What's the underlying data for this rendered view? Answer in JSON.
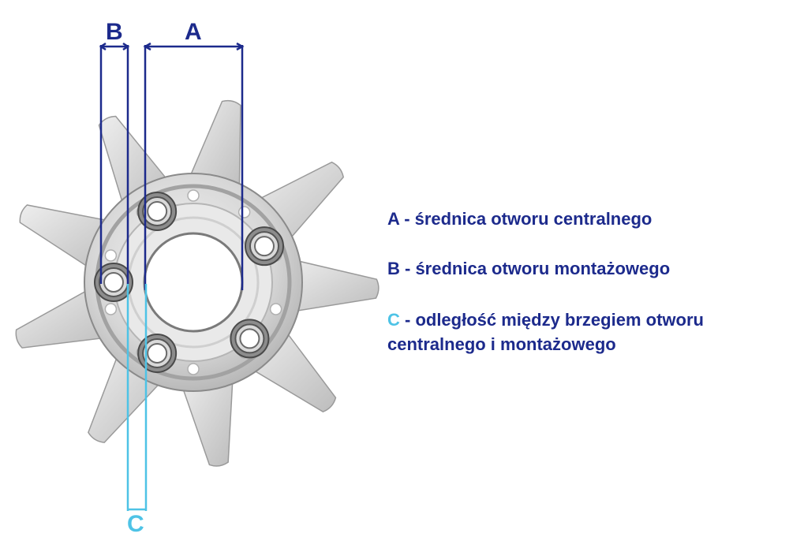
{
  "labels": {
    "a": "A",
    "b": "B",
    "c": "C"
  },
  "legend": {
    "a_letter": "A",
    "a_text": " - średnica otworu centralnego",
    "b_letter": "B",
    "b_text": " - średnica otworu montażowego",
    "c_letter": "C",
    "c_text_line1": " - odległość między brzegiem otworu",
    "c_text_line2": "centralnego i montażowego"
  },
  "colors": {
    "dimension_dark": "#1c2a8c",
    "dimension_light": "#4ec3e6",
    "metal_light": "#e3e3e3",
    "metal_dark": "#8e8e8e"
  }
}
